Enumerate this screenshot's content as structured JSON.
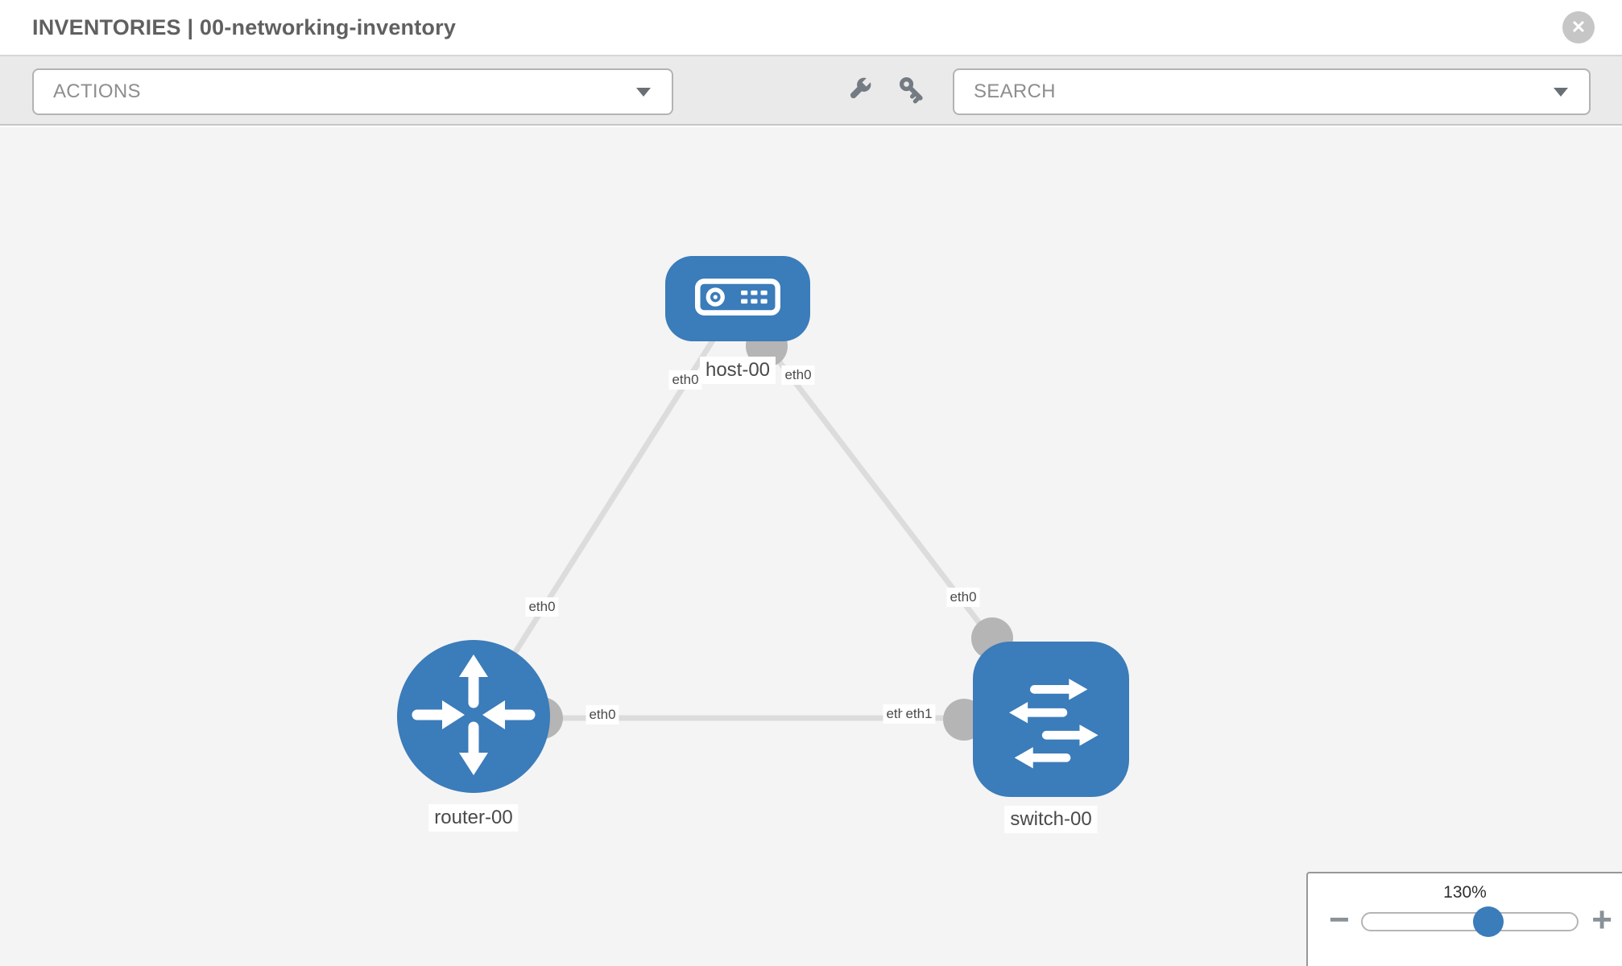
{
  "header": {
    "title": "INVENTORIES | 00-networking-inventory",
    "close_glyph": "✕"
  },
  "toolbar": {
    "actions_label": "ACTIONS",
    "search_label": "SEARCH",
    "icons": [
      "wrench-icon",
      "key-icon"
    ]
  },
  "colors": {
    "node_blue": "#3b7cba",
    "link_gray": "#dcdcdc",
    "port_gray": "#b5b5b5",
    "canvas_bg": "#f4f4f4",
    "toolbar_bg": "#eaeaea",
    "title_gray": "#606060"
  },
  "topology": {
    "nodes": [
      {
        "id": "host-00",
        "type": "host",
        "label": "host-00"
      },
      {
        "id": "router-00",
        "type": "router",
        "label": "router-00"
      },
      {
        "id": "switch-00",
        "type": "switch",
        "label": "switch-00"
      }
    ],
    "links": [
      {
        "from": "router-00",
        "to": "host-00",
        "from_interface": "eth0",
        "to_interface": "eth0"
      },
      {
        "from": "host-00",
        "to": "switch-00",
        "from_interface": "eth0",
        "to_interface": "eth0"
      },
      {
        "from": "router-00",
        "to": "switch-00",
        "from_interface": "eth0",
        "to_interface": "eth1"
      }
    ],
    "overlapped_interface_labels": [
      "eth0",
      "eth1"
    ]
  },
  "zoom_control": {
    "level": "130%",
    "minus_glyph": "−",
    "plus_glyph": "+"
  }
}
